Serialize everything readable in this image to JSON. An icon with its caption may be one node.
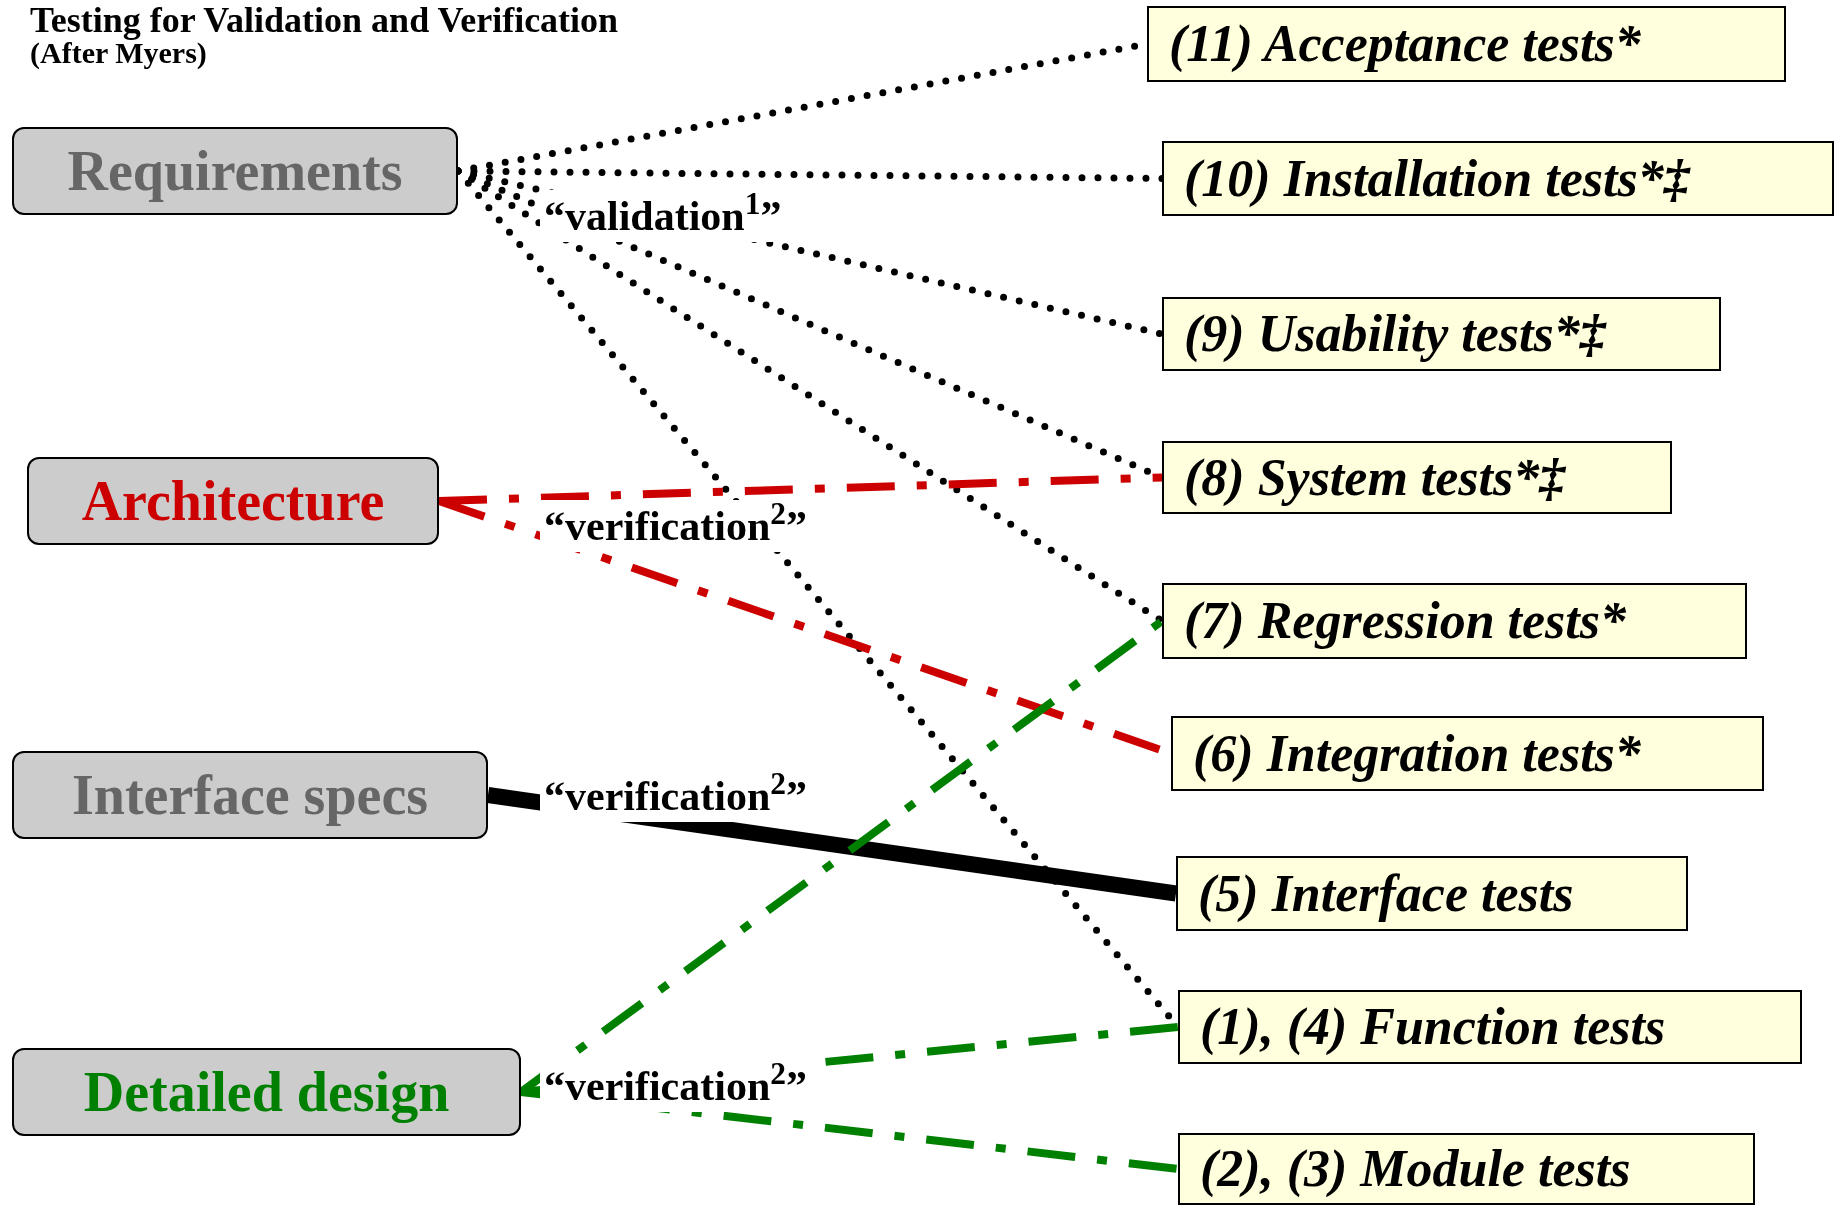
{
  "diagram": {
    "title": "Testing for Validation and Verification",
    "caption": "(After Myers)",
    "nodes": [
      {
        "text": [
          "Requirements"
        ]
      },
      {
        "text": [
          "Architecture"
        ]
      },
      {
        "text": [
          "Interface specs"
        ]
      },
      {
        "text": [
          "Detailed design"
        ]
      },
      {
        "text": [
          "(11) Acceptance tests*"
        ]
      },
      {
        "text": [
          "(10) Installation tests*‡"
        ]
      },
      {
        "text": [
          "(9) Usability tests*‡"
        ]
      },
      {
        "text": [
          "(8) System tests*‡"
        ]
      },
      {
        "text": [
          "(7) Regression tests*"
        ]
      },
      {
        "text": [
          "(6) Integration tests*"
        ]
      },
      {
        "text": [
          "(5) Interface tests"
        ]
      },
      {
        "text": [
          "(1), (4) Function tests"
        ]
      },
      {
        "text": [
          "(2), (3) Module tests"
        ]
      }
    ],
    "edges": [
      {
        "from": 0,
        "to": 4,
        "arrow": "none",
        "style": "dashed"
      },
      {
        "from": 0,
        "to": 5,
        "arrow": "none",
        "style": "dashed"
      },
      {
        "from": 0,
        "to": 6,
        "arrow": "none",
        "style": "dashed"
      },
      {
        "from": 0,
        "to": 7,
        "arrow": "none",
        "style": "dashed"
      },
      {
        "from": 0,
        "to": 8,
        "arrow": "none",
        "style": "dashed"
      },
      {
        "from": 0,
        "to": 11,
        "arrow": "none",
        "style": "dashed"
      },
      {
        "from": 1,
        "to": 7,
        "arrow": "none",
        "style": "dashed",
        "color": "#cc0000"
      },
      {
        "from": 1,
        "to": 9,
        "arrow": "none",
        "style": "dashed",
        "color": "#cc0000"
      },
      {
        "from": 2,
        "to": 10,
        "arrow": "none",
        "style": "thick"
      },
      {
        "from": 3,
        "to": 8,
        "arrow": "none",
        "style": "dashed",
        "color": "#008000"
      },
      {
        "from": 3,
        "to": 11,
        "arrow": "none",
        "style": "dashed",
        "color": "#008000"
      },
      {
        "from": 3,
        "to": 12,
        "arrow": "none",
        "style": "dashed",
        "color": "#008000"
      }
    ],
    "labels": [
      "“validation$^{1}$”",
      "“verification$^{2}$”",
      "“verification$^{2}$”",
      "“verification$^{2}$”"
    ]
  }
}
